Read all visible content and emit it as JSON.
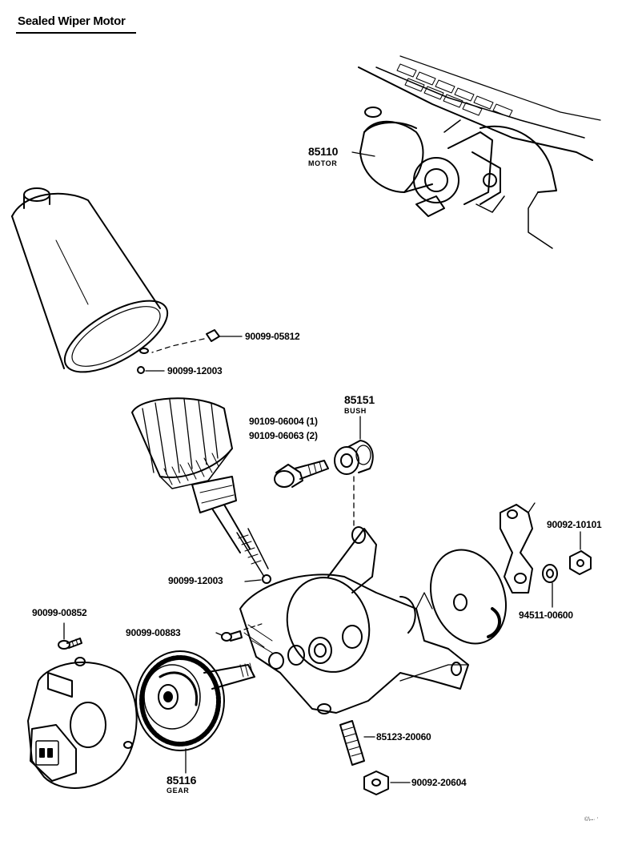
{
  "title": "Sealed Wiper Motor",
  "parts": {
    "motor_no": "85110",
    "motor_name": "MOTOR",
    "p_05812": "90099-05812",
    "p_12003_top": "90099-12003",
    "bush_no": "85151",
    "bush_name": "BUSH",
    "p_06004": "90109-06004 (1)",
    "p_06063": "90109-06063 (2)",
    "p_10101": "90092-10101",
    "p_12003_bottom": "90099-12003",
    "p_00852": "90099-00852",
    "p_00883": "90099-00883",
    "p_00600": "94511-00600",
    "p_20060": "85123-20060",
    "gear_no": "85116",
    "gear_name": "GEAR",
    "p_20604": "90092-20604"
  },
  "footer_mark": "©\\ ̶̶·· ‘"
}
